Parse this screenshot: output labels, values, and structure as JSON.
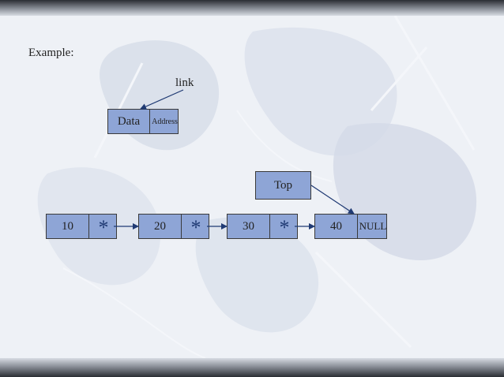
{
  "example_label": "Example:",
  "link_label": "link",
  "node_template": {
    "data_label": "Data",
    "address_label": "Address"
  },
  "top_label": "Top",
  "nodes": [
    {
      "value": "10",
      "pointer": "*"
    },
    {
      "value": "20",
      "pointer": "*"
    },
    {
      "value": "30",
      "pointer": "*"
    },
    {
      "value": "40",
      "pointer": "NULL"
    }
  ],
  "colors": {
    "node_fill": "#8ea5d6",
    "border": "#3a3a3a",
    "arrow": "#1f3a73",
    "pointer_star": "#1f3a73"
  }
}
